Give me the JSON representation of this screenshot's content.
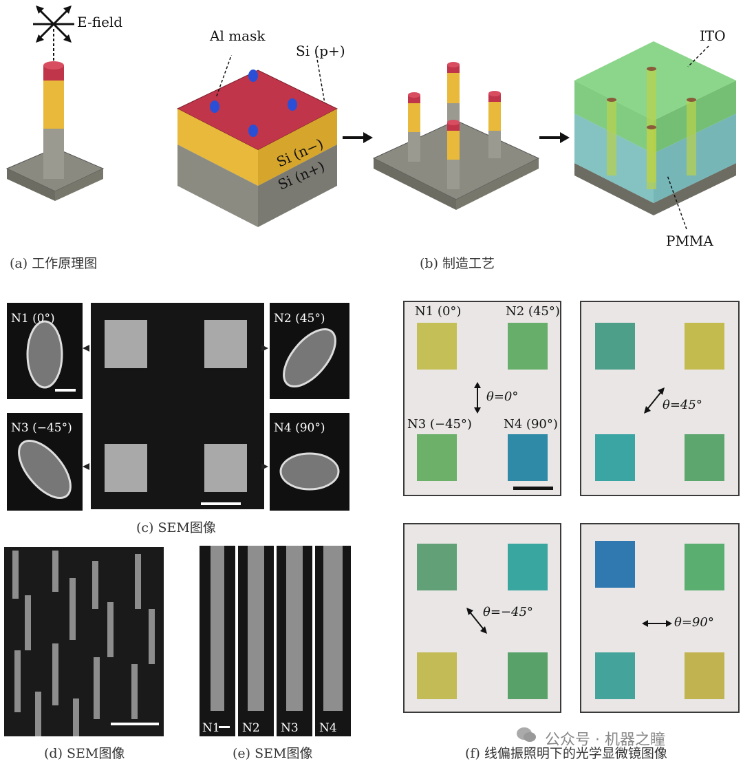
{
  "panel_a": {
    "label_efield": "E-field",
    "caption": "(a) 工作原理图"
  },
  "panel_b": {
    "label_al_mask": "Al mask",
    "label_si_p": "Si (p+)",
    "label_si_n_minus": "Si (n−)",
    "label_si_n_plus": "Si (n+)",
    "label_ito": "ITO",
    "label_pmma": "PMMA",
    "caption": "(b) 制造工艺"
  },
  "panel_c": {
    "n1": "N1 (0°)",
    "n2": "N2 (45°)",
    "n3": "N3 (−45°)",
    "n4": "N4 (90°)",
    "caption": "(c) SEM图像"
  },
  "panel_d": {
    "caption": "(d) SEM图像"
  },
  "panel_e": {
    "n1": "N1",
    "n2": "N2",
    "n3": "N3",
    "n4": "N4",
    "caption": "(e) SEM图像"
  },
  "panel_f": {
    "n1": "N1 (0°)",
    "n2": "N2 (45°)",
    "n3": "N3 (−45°)",
    "n4": "N4 (90°)",
    "theta_0": "θ=0°",
    "theta_45": "θ=45°",
    "theta_m45": "θ=−45°",
    "theta_90": "θ=90°",
    "caption": "(f) 线偏振照明下的光学显微镜图像"
  },
  "watermark": "公众号 · 机器之瞳",
  "colors": {
    "yellow": "#c9c259",
    "green": "#6aaf6c",
    "teal": "#3fa5a0",
    "blue": "#2f86b0",
    "red": "#c0354a",
    "gold": "#e8b93a"
  }
}
